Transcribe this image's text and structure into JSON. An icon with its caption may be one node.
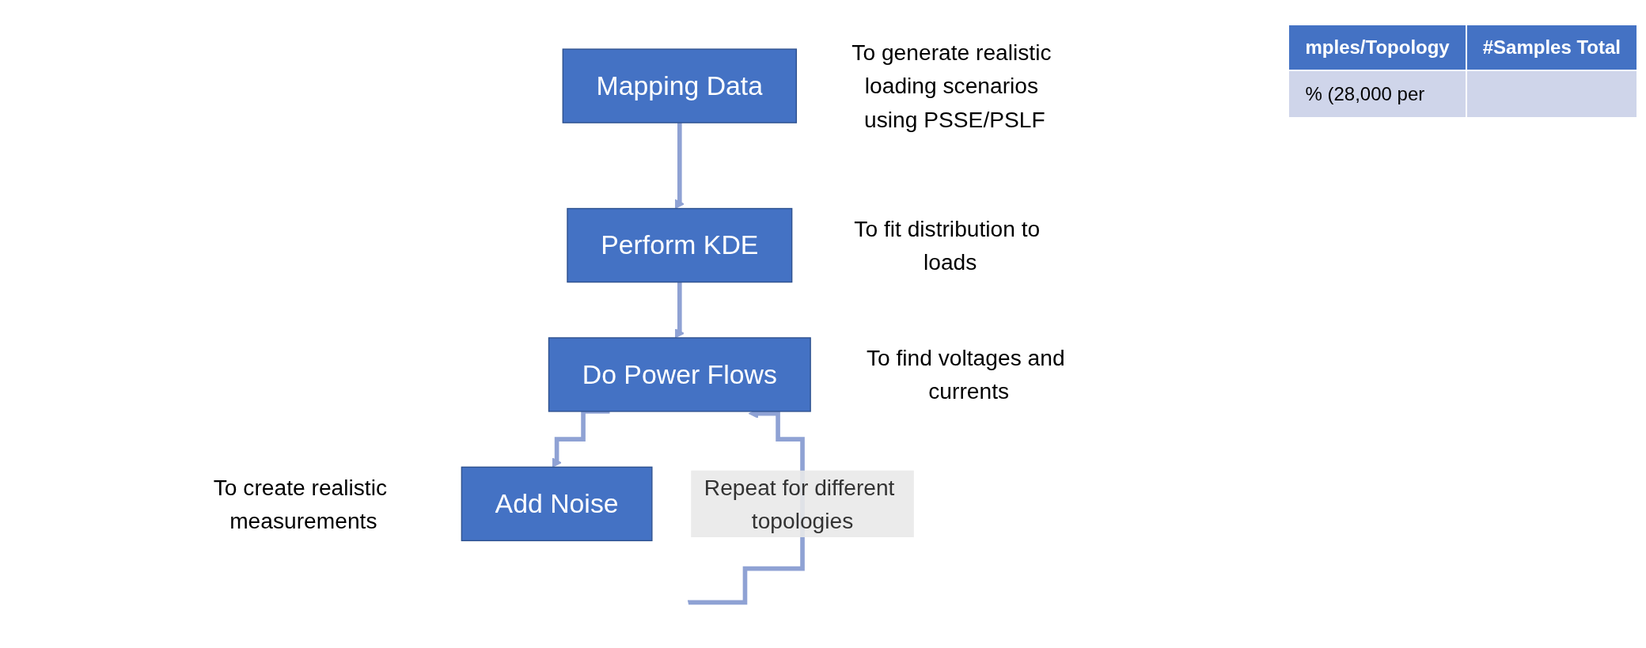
{
  "diagram": {
    "nodes": [
      {
        "text": [
          "Mapping Data"
        ],
        "beside": [
          "To generate realistic loading scenarios using PSSE/PSLF"
        ]
      },
      {
        "text": [
          "Perform KDE"
        ],
        "beside": [
          "To fit distribution to loads"
        ]
      },
      {
        "text": [
          "Do Power Flows"
        ],
        "beside": [
          "To find voltages and currents"
        ]
      },
      {
        "text": [
          "Add Noise"
        ],
        "beside": [
          "To create realistic measurements"
        ]
      }
    ],
    "edges": [
      {
        "from": 0,
        "to": 1,
        "arrow": "to"
      },
      {
        "from": 1,
        "to": 2,
        "arrow": "to"
      },
      {
        "from": 2,
        "to": 3,
        "arrow": "to"
      },
      {
        "from": null,
        "to": 2,
        "arrow": "to",
        "label": "Repeat for different topologies"
      }
    ],
    "labels": [
      "mples/Topology",
      "#Samples Total",
      "% (28,000 per"
    ]
  }
}
